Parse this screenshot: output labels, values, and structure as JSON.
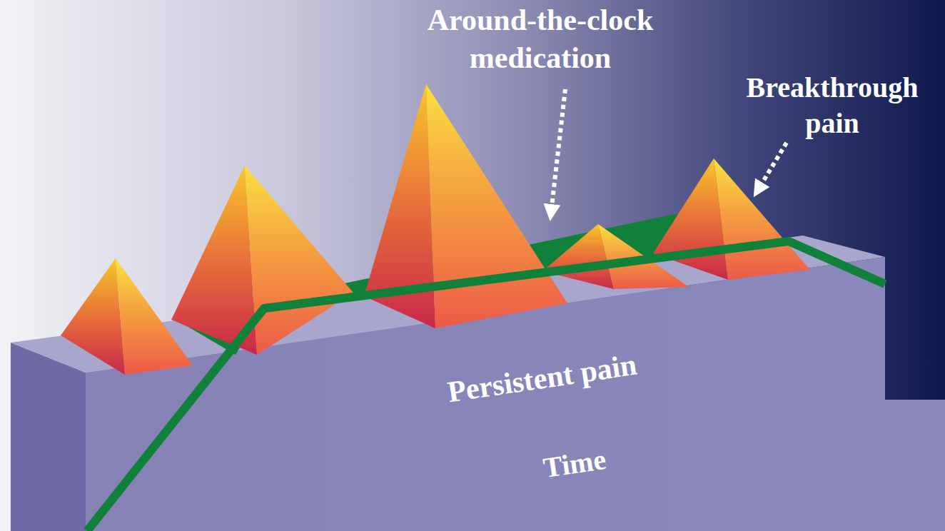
{
  "diagram": {
    "nodes": [
      {
        "text": [
          "Persistent pain",
          "Time"
        ]
      }
    ],
    "labels": [
      "Around-the-clock medication",
      "Breakthrough pain"
    ]
  }
}
